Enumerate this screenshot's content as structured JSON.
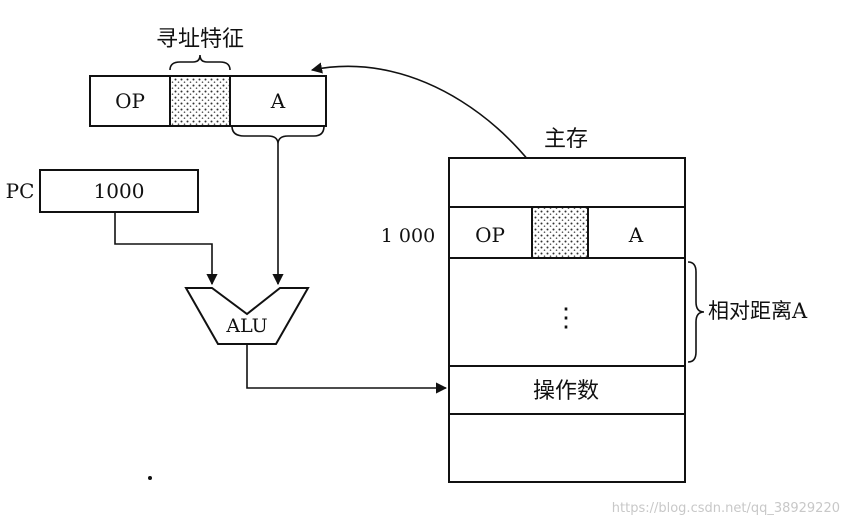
{
  "diagram": {
    "instruction": {
      "addressing_mode_label": "寻址特征",
      "op_label": "OP",
      "a_label": "A"
    },
    "pc": {
      "label": "PC",
      "value": "1000"
    },
    "alu": {
      "label": "ALU"
    },
    "main_memory": {
      "title": "主存",
      "instruction_address": "1 000",
      "op_label": "OP",
      "a_label": "A",
      "ellipsis": "⋮",
      "operand_label": "操作数",
      "relative_distance_label": "相对距离A"
    }
  },
  "watermark": "https://blog.csdn.net/qq_38929220"
}
